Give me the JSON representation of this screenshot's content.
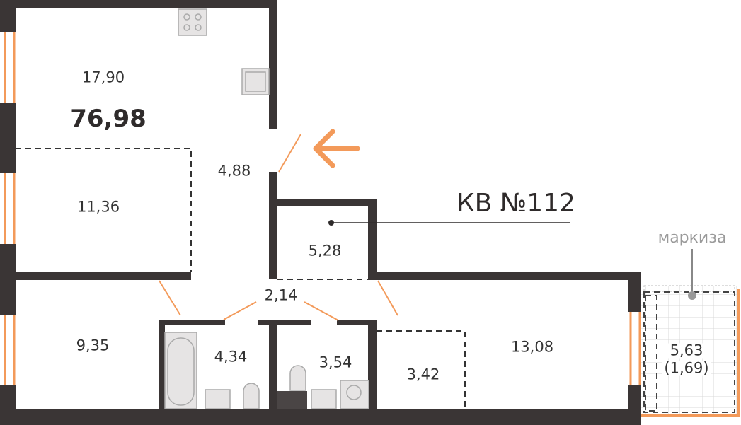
{
  "apartment": {
    "number_label": "КВ №112",
    "total_area": "76,98"
  },
  "rooms": {
    "kitchen": "17,90",
    "hall": "4,88",
    "bedroom_1": "11,36",
    "storage": "5,28",
    "corridor": "2,14",
    "bedroom_2": "9,35",
    "bathroom": "4,34",
    "wc": "3,54",
    "wardrobe": "3,42",
    "living": "13,08",
    "balcony": "5,63",
    "balcony_reduced": "(1,69)"
  },
  "annotations": {
    "awning": "маркиза"
  },
  "colors": {
    "wall": "#3a3535",
    "accent": "#f39a5a",
    "fixture": "#e6e4e4"
  }
}
